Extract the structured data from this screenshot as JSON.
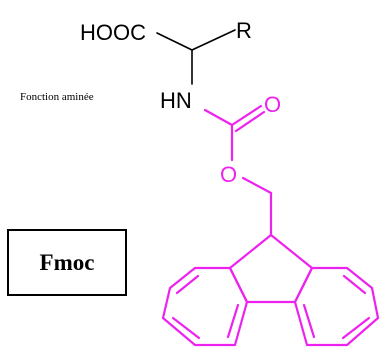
{
  "colors": {
    "fmoc": "#ee22ee",
    "core": "#000000"
  },
  "atoms": {
    "hooc": "HOOC",
    "r": "R",
    "hn": "HN",
    "carbonyl_o": "O",
    "ester_o": "O"
  },
  "amine_label": "Fonction aminée",
  "protecting_group_label": "Fmoc"
}
